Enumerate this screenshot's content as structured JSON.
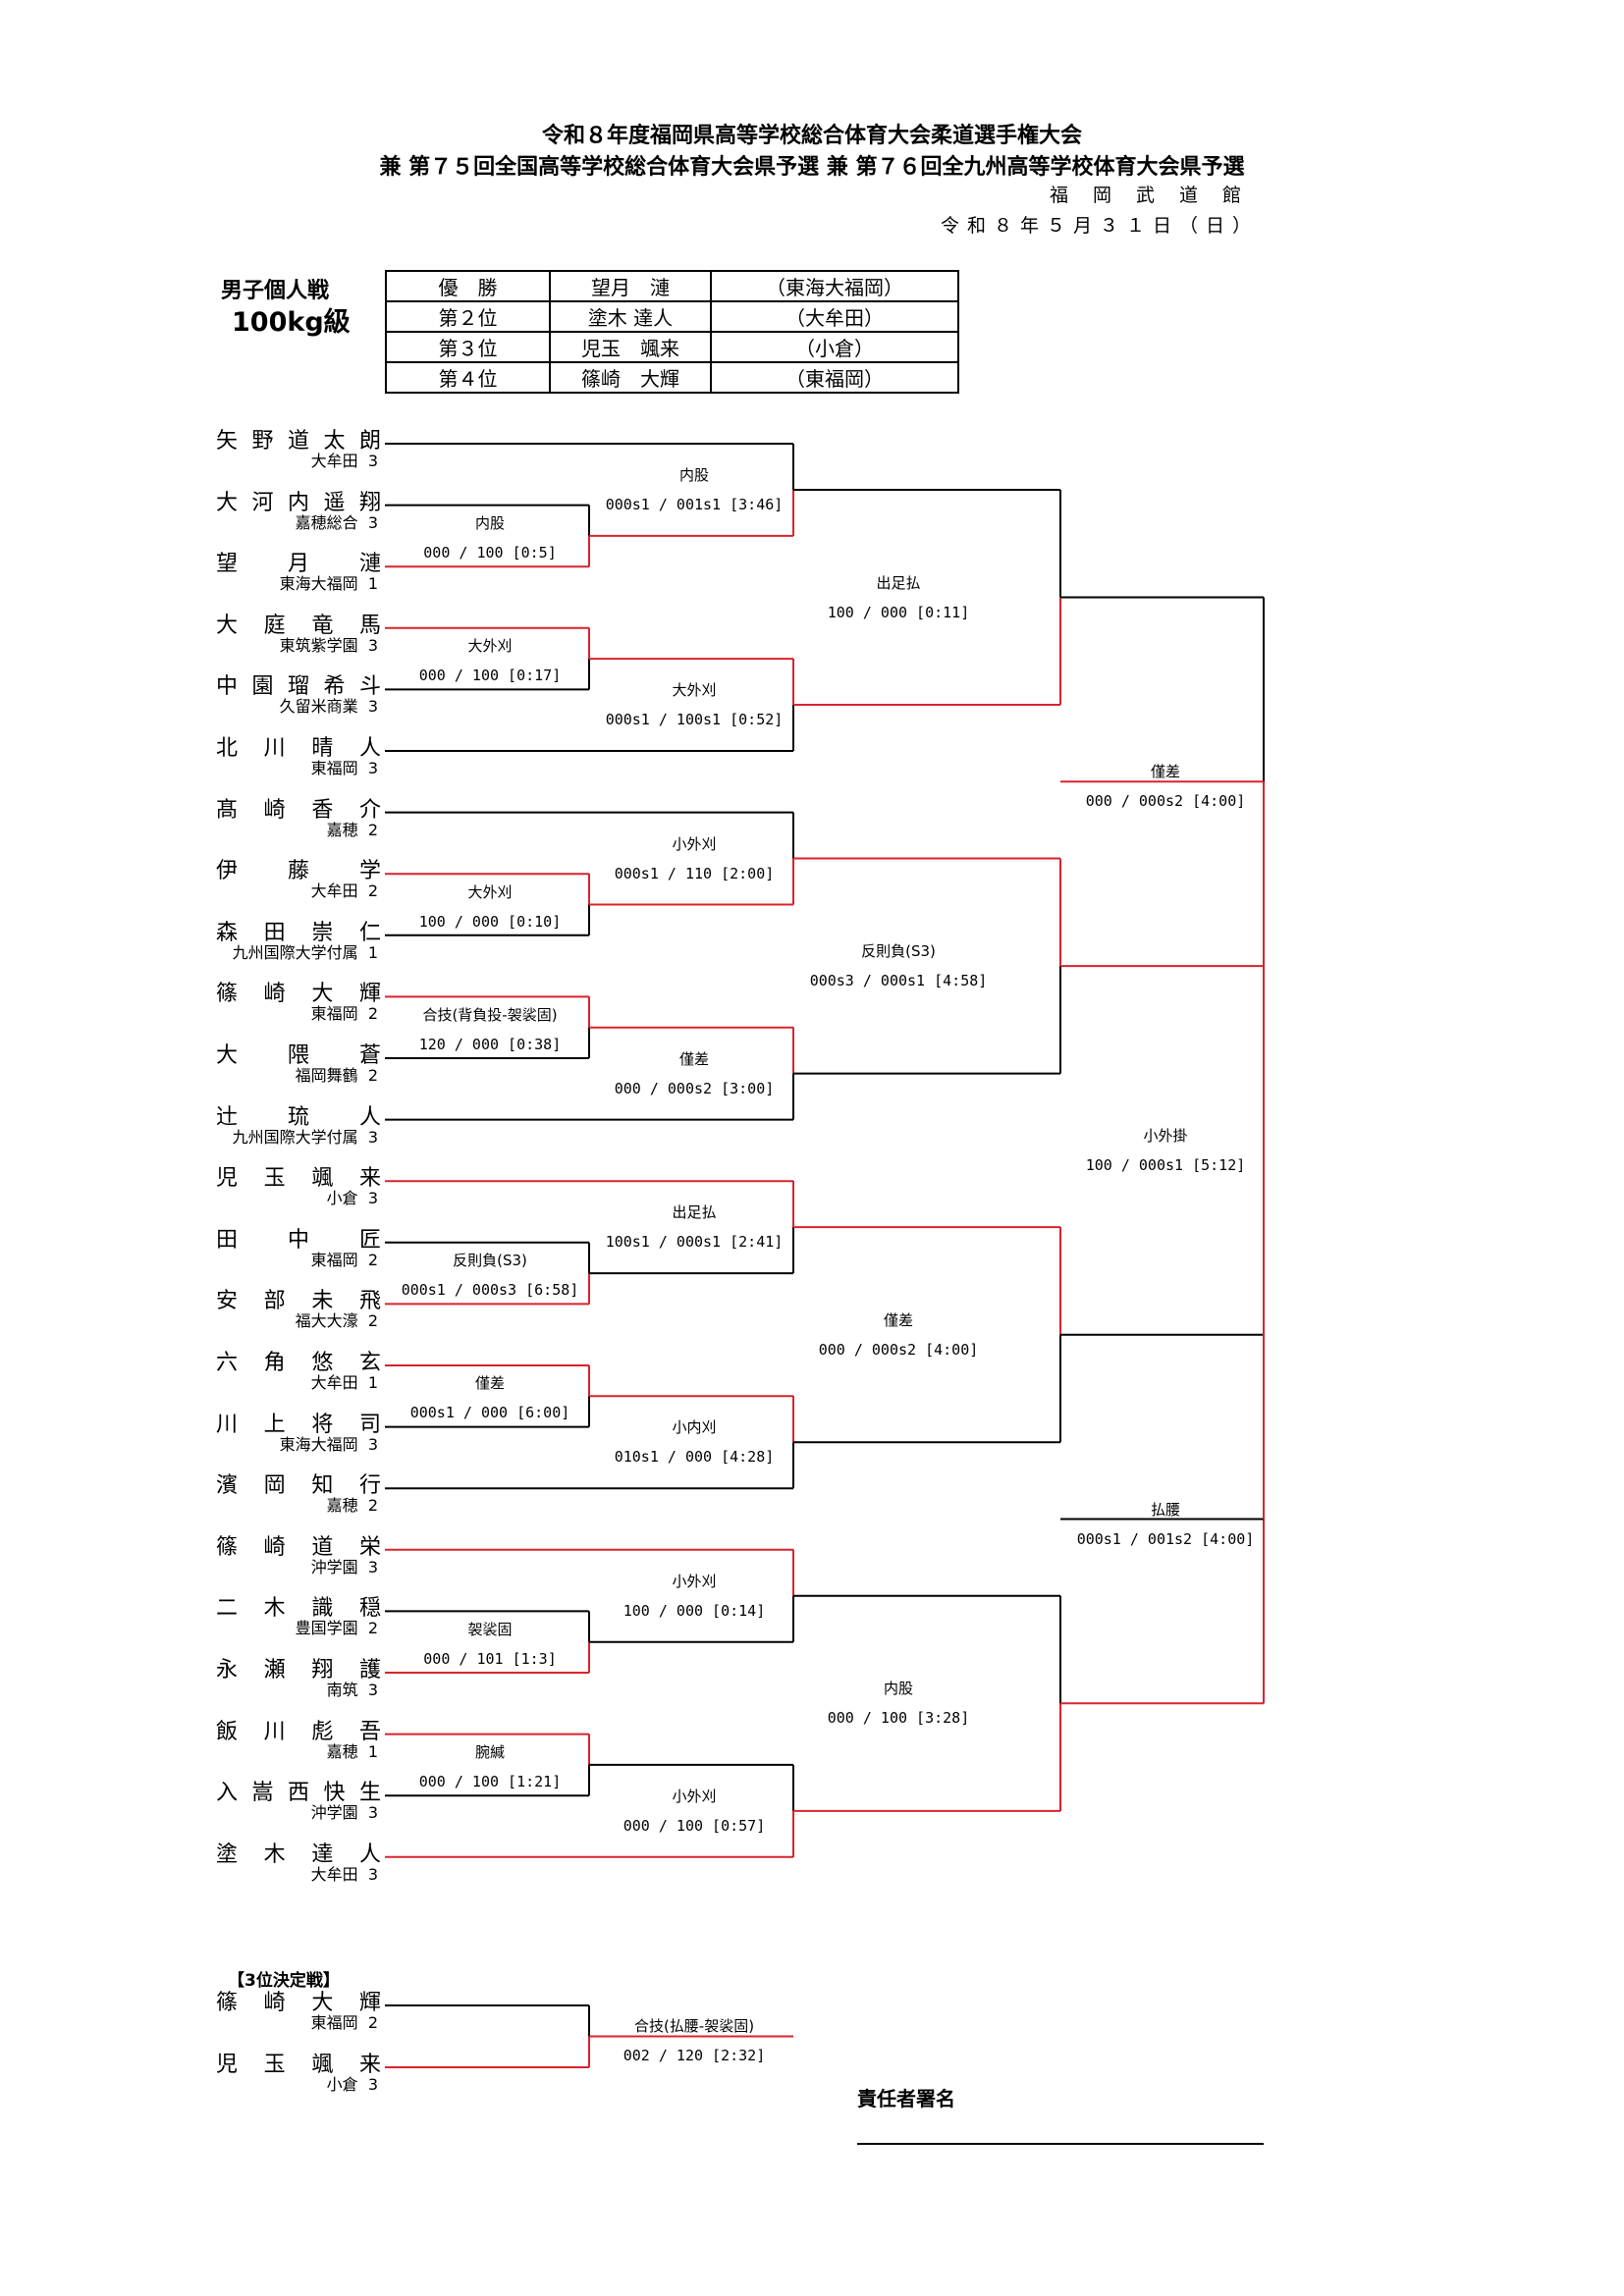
{
  "header": {
    "title_line1": "令和８年度福岡県高等学校総合体育大会柔道選手権大会",
    "title_line2": "兼 第７５回全国高等学校総合体育大会県予選 兼 第７６回全九州高等学校体育大会県予選",
    "venue": "福岡武道館",
    "date": "令和８年５月３１日（日）"
  },
  "category": {
    "line1": "男子個人戦",
    "line2": "100kg級"
  },
  "ranking": [
    {
      "place": "優　勝",
      "name": "望月　漣",
      "school": "（東海大福岡）"
    },
    {
      "place": "第２位",
      "name": "塗木 達人",
      "school": "（大牟田）"
    },
    {
      "place": "第３位",
      "name": "児玉　颯来",
      "school": "（小倉）"
    },
    {
      "place": "第４位",
      "name": "篠崎　大輝",
      "school": "（東福岡）"
    }
  ],
  "players": [
    {
      "name": "矢野道太朗",
      "school": "大牟田",
      "grade": "3"
    },
    {
      "name": "大河内遥翔",
      "school": "嘉穂総合",
      "grade": "3"
    },
    {
      "name": "望月漣",
      "school": "東海大福岡",
      "grade": "1"
    },
    {
      "name": "大庭竜馬",
      "school": "東筑紫学園",
      "grade": "3"
    },
    {
      "name": "中園瑠希斗",
      "school": "久留米商業",
      "grade": "3"
    },
    {
      "name": "北川晴人",
      "school": "東福岡",
      "grade": "3"
    },
    {
      "name": "髙崎香介",
      "school": "嘉穂",
      "grade": "2"
    },
    {
      "name": "伊藤学",
      "school": "大牟田",
      "grade": "2"
    },
    {
      "name": "森田崇仁",
      "school": "九州国際大学付属",
      "grade": "1"
    },
    {
      "name": "篠崎大輝",
      "school": "東福岡",
      "grade": "2"
    },
    {
      "name": "大隈蒼",
      "school": "福岡舞鶴",
      "grade": "2"
    },
    {
      "name": "辻琉人",
      "school": "九州国際大学付属",
      "grade": "3"
    },
    {
      "name": "児玉颯来",
      "school": "小倉",
      "grade": "3"
    },
    {
      "name": "田中匠",
      "school": "東福岡",
      "grade": "2"
    },
    {
      "name": "安部未飛",
      "school": "福大大濠",
      "grade": "2"
    },
    {
      "name": "六角悠玄",
      "school": "大牟田",
      "grade": "1"
    },
    {
      "name": "川上将司",
      "school": "東海大福岡",
      "grade": "3"
    },
    {
      "name": "濱岡知行",
      "school": "嘉穂",
      "grade": "2"
    },
    {
      "name": "篠崎道栄",
      "school": "沖学園",
      "grade": "3"
    },
    {
      "name": "二木識穏",
      "school": "豊国学園",
      "grade": "2"
    },
    {
      "name": "永瀬翔護",
      "school": "南筑",
      "grade": "3"
    },
    {
      "name": "飯川彪吾",
      "school": "嘉穂",
      "grade": "1"
    },
    {
      "name": "入嵩西快生",
      "school": "沖学園",
      "grade": "3"
    },
    {
      "name": "塗木達人",
      "school": "大牟田",
      "grade": "3"
    }
  ],
  "matches": {
    "r1": [
      {
        "tech": "内股",
        "score": "000 / 100 [0:5]"
      },
      {
        "tech": "大外刈",
        "score": "000 / 100 [0:17]"
      },
      {
        "tech": "大外刈",
        "score": "100 / 000 [0:10]"
      },
      {
        "tech": "合技(背負投-袈裟固)",
        "score": "120 / 000 [0:38]"
      },
      {
        "tech": "反則負(S3)",
        "score": "000s1 / 000s3 [6:58]"
      },
      {
        "tech": "僅差",
        "score": "000s1 / 000 [6:00]"
      },
      {
        "tech": "袈裟固",
        "score": "000 / 101 [1:3]"
      },
      {
        "tech": "腕緘",
        "score": "000 / 100 [1:21]"
      }
    ],
    "r2": [
      {
        "tech": "内股",
        "score": "000s1 / 001s1 [3:46]"
      },
      {
        "tech": "大外刈",
        "score": "000s1 / 100s1 [0:52]"
      },
      {
        "tech": "小外刈",
        "score": "000s1 / 110 [2:00]"
      },
      {
        "tech": "僅差",
        "score": "000 / 000s2 [3:00]"
      },
      {
        "tech": "出足払",
        "score": "100s1 / 000s1 [2:41]"
      },
      {
        "tech": "小内刈",
        "score": "010s1 / 000 [4:28]"
      },
      {
        "tech": "小外刈",
        "score": "100 / 000 [0:14]"
      },
      {
        "tech": "小外刈",
        "score": "000 / 100 [0:57]"
      }
    ],
    "r3": [
      {
        "tech": "出足払",
        "score": "100 / 000 [0:11]"
      },
      {
        "tech": "反則負(S3)",
        "score": "000s3 / 000s1 [4:58]"
      },
      {
        "tech": "僅差",
        "score": "000 / 000s2 [4:00]"
      },
      {
        "tech": "内股",
        "score": "000 / 100 [3:28]"
      }
    ],
    "sf": [
      {
        "tech": "僅差",
        "score": "000 / 000s2 [4:00]"
      },
      {
        "tech": "払腰",
        "score": "000s1 / 001s2 [4:00]"
      }
    ],
    "final": {
      "tech": "小外掛",
      "score": "100 / 000s1 [5:12]"
    },
    "third": {
      "tech": "合技(払腰-袈裟固)",
      "score": "002 / 120 [2:32]"
    }
  },
  "third_place": {
    "heading": "【3位決定戦】",
    "players": [
      {
        "name": "篠崎大輝",
        "school": "東福岡",
        "grade": "2"
      },
      {
        "name": "児玉颯来",
        "school": "小倉",
        "grade": "3"
      }
    ]
  },
  "signature": {
    "label": "責任者署名"
  },
  "colors": {
    "win": "#d9232e",
    "lose": "#000000"
  }
}
